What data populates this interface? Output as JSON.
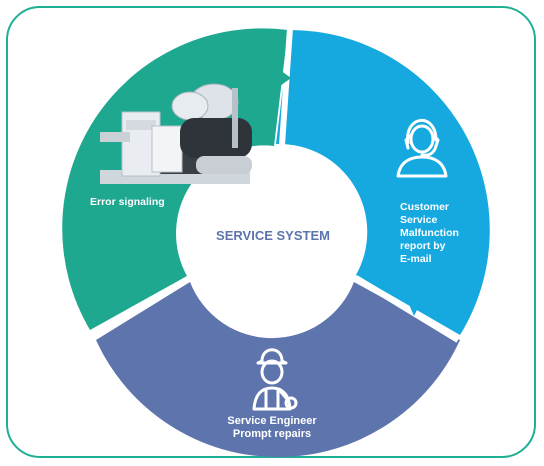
{
  "diagram": {
    "center_label": "SERVICE SYSTEM",
    "segments": [
      {
        "id": "error",
        "label": "Error signaling",
        "color": "#1ea890"
      },
      {
        "id": "customer",
        "lines": [
          "Customer",
          "Service",
          "Malfunction",
          "report by",
          "E-mail"
        ],
        "color": "#15a9e0"
      },
      {
        "id": "engineer",
        "lines": [
          "Service Engineer",
          "Prompt repairs"
        ],
        "color": "#5e74ad"
      }
    ],
    "icons": [
      "chiller-unit-image",
      "customer-service-agent-icon",
      "service-engineer-icon"
    ]
  }
}
